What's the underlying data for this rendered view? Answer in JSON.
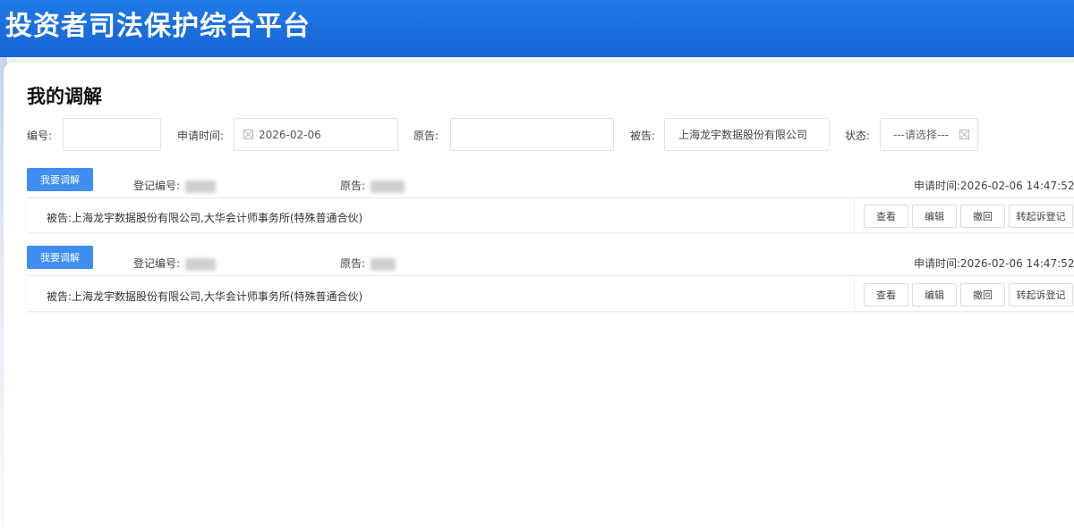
{
  "app": {
    "title": "投资者司法保护综合平台"
  },
  "page": {
    "title": "我的调解"
  },
  "filters": {
    "number_label": "编号:",
    "number_value": "",
    "apply_time_label": "申请时间:",
    "apply_time_value": "2026-02-06",
    "plaintiff_label": "原告:",
    "plaintiff_value": "",
    "defendant_label": "被告:",
    "defendant_value": "上海龙宇数据股份有限公司",
    "status_label": "状态:",
    "status_value": "---请选择---"
  },
  "records": [
    {
      "tag": "我要调解",
      "reg_no_label": "登记编号:",
      "plaintiff_label": "原告:",
      "apply_time_label": "申请时间:",
      "apply_time": "2026-02-06 14:47:52",
      "defendant_text": "被告:上海龙宇数据股份有限公司,大华会计师事务所(特殊普通合伙)",
      "actions": [
        "查看",
        "编辑",
        "撤回",
        "转起诉登记"
      ]
    },
    {
      "tag": "我要调解",
      "reg_no_label": "登记编号:",
      "plaintiff_label": "原告:",
      "apply_time_label": "申请时间:",
      "apply_time": "2026-02-06 14:47:52",
      "defendant_text": "被告:上海龙宇数据股份有限公司,大华会计师事务所(特殊普通合伙)",
      "actions": [
        "查看",
        "编辑",
        "撤回",
        "转起诉登记"
      ]
    }
  ],
  "colors": {
    "header": "#1f78e6",
    "tag": "#3d8ef0"
  }
}
